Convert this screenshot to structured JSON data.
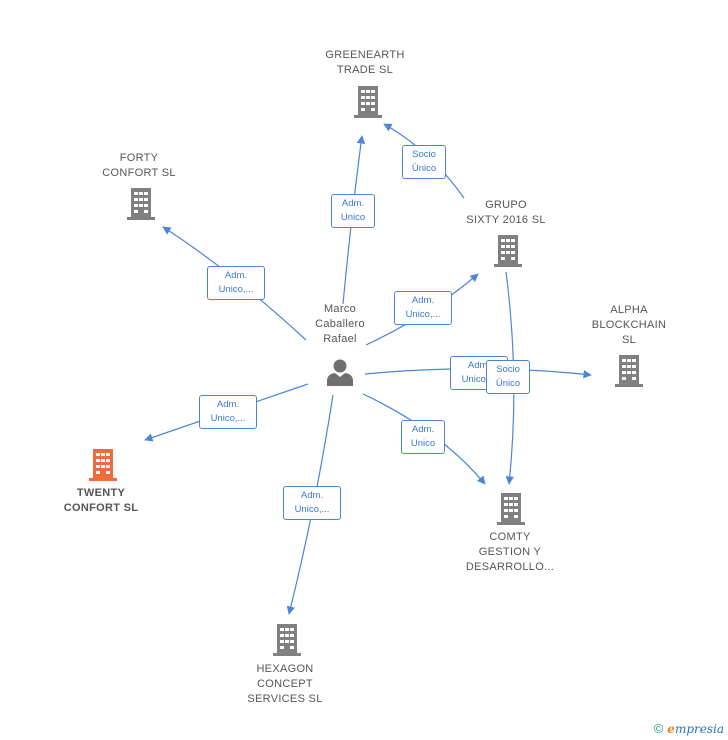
{
  "colors": {
    "edge": "#4a86d8",
    "company": "#808080",
    "highlight": "#f06a3a",
    "person": "#707070"
  },
  "center": {
    "lines": [
      "Marco",
      "Caballero",
      "Rafael"
    ],
    "icon": "person-icon"
  },
  "companies": [
    {
      "id": "greenearth",
      "lines": [
        "GREENEARTH",
        "TRADE  SL"
      ],
      "icon": "building-icon"
    },
    {
      "id": "forty",
      "lines": [
        "FORTY",
        "CONFORT  SL"
      ],
      "icon": "building-icon"
    },
    {
      "id": "grupo",
      "lines": [
        "GRUPO",
        "SIXTY 2016  SL"
      ],
      "icon": "building-icon"
    },
    {
      "id": "alpha",
      "lines": [
        "ALPHA",
        "BLOCKCHAIN",
        "SL"
      ],
      "icon": "building-icon"
    },
    {
      "id": "twenty",
      "lines": [
        "TWENTY",
        "CONFORT  SL"
      ],
      "icon": "building-icon",
      "highlight": true
    },
    {
      "id": "comty",
      "lines": [
        "COMTY",
        "GESTION Y",
        "DESARROLLO..."
      ],
      "icon": "building-icon"
    },
    {
      "id": "hexagon",
      "lines": [
        "HEXAGON",
        "CONCEPT",
        "SERVICES  SL"
      ],
      "icon": "building-icon"
    }
  ],
  "edges": [
    {
      "from": "center",
      "to": "greenearth",
      "lines": [
        "Adm.",
        "Unico"
      ]
    },
    {
      "from": "grupo",
      "to": "greenearth",
      "lines": [
        "Socio",
        "Único"
      ]
    },
    {
      "from": "center",
      "to": "forty",
      "lines": [
        "Adm.",
        "Unico,..."
      ]
    },
    {
      "from": "center",
      "to": "grupo",
      "lines": [
        "Adm.",
        "Unico,..."
      ]
    },
    {
      "from": "center",
      "to": "alpha",
      "lines": [
        "Adm.",
        "Unico,..."
      ]
    },
    {
      "from": "grupo",
      "to": "comty",
      "lines": [
        "Socio",
        "Único"
      ]
    },
    {
      "from": "center",
      "to": "twenty",
      "lines": [
        "Adm.",
        "Unico,..."
      ]
    },
    {
      "from": "center",
      "to": "comty",
      "lines": [
        "Adm.",
        "Unico"
      ]
    },
    {
      "from": "center",
      "to": "hexagon",
      "lines": [
        "Adm.",
        "Unico,..."
      ]
    }
  ],
  "footer": {
    "copyright_symbol": "©",
    "brand_first": "e",
    "brand_rest": "mpresia"
  }
}
